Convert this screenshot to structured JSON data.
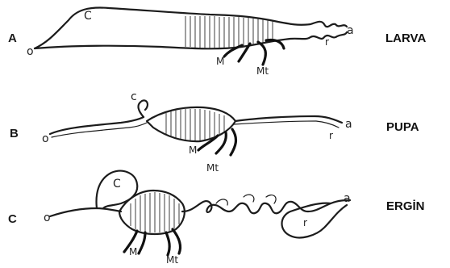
{
  "rows": [
    {
      "letter": "A",
      "stage": "LARVA",
      "parts": {
        "o": "o",
        "c": "C",
        "m": "M",
        "mt": "Mt",
        "r": "r",
        "a": "a"
      }
    },
    {
      "letter": "B",
      "stage": "PUPA",
      "parts": {
        "o": "o",
        "c": "c",
        "m": "M",
        "mt": "Mt",
        "r": "r",
        "a": "a"
      }
    },
    {
      "letter": "C",
      "stage": "ERGİN",
      "parts": {
        "o": "o",
        "c": "C",
        "m": "M",
        "mt": "Mt",
        "r": "r",
        "a": "a"
      }
    }
  ]
}
